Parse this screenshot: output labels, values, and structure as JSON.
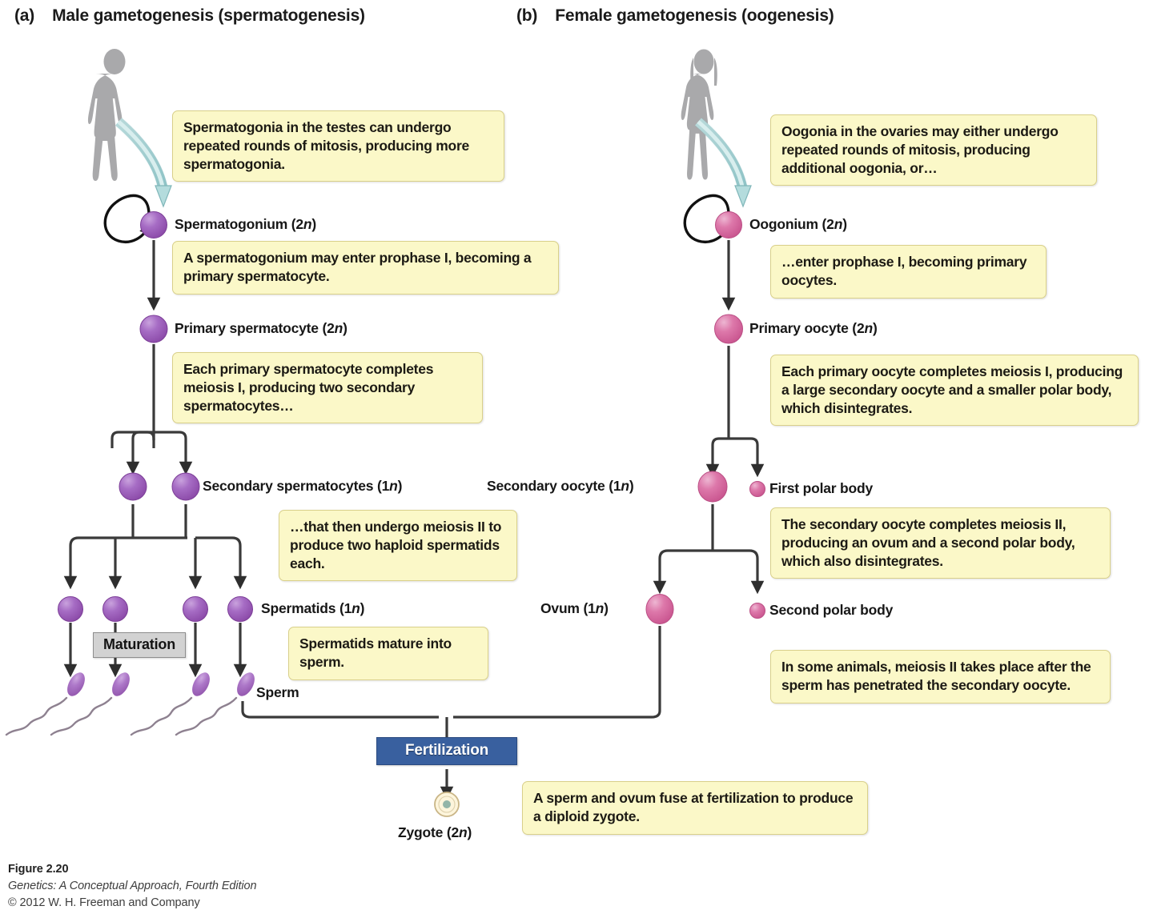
{
  "figure": {
    "number": "Figure 2.20",
    "source": "Genetics: A Conceptual Approach, Fourth Edition",
    "copyright": "© 2012 W. H. Freeman and Company"
  },
  "panels": {
    "male": {
      "tag": "(a)",
      "title": "Male gametogenesis (spermatogenesis)",
      "figure_icon": "male-silhouette-icon",
      "mitosis_loop_icon": "mitosis-loop-arrow-icon",
      "callouts": [
        "Spermatogonia in the testes can undergo repeated rounds of mitosis, producing more spermatogonia.",
        "A spermatogonium may enter prophase I, becoming a primary spermatocyte.",
        "Each primary spermatocyte completes meiosis I, producing two secondary spermatocytes…",
        "…that then undergo meiosis II to produce two haploid spermatids each.",
        "Spermatids mature into sperm."
      ],
      "labels": {
        "spermatogonium": "Spermatogonium (2n)",
        "primary_spermatocyte": "Primary spermatocyte (2n)",
        "secondary_spermatocytes": "Secondary spermatocytes (1n)",
        "spermatids": "Spermatids (1n)",
        "sperm": "Sperm"
      },
      "process_box": "Maturation",
      "cell_counts": {
        "spermatogonium": 1,
        "primary_spermatocyte": 1,
        "secondary_spermatocytes": 2,
        "spermatids": 4,
        "sperm": 4
      }
    },
    "female": {
      "tag": "(b)",
      "title": "Female gametogenesis (oogenesis)",
      "figure_icon": "female-silhouette-icon",
      "mitosis_loop_icon": "mitosis-loop-arrow-icon",
      "callouts": [
        "Oogonia in the ovaries may either undergo repeated rounds of mitosis, producing additional oogonia, or…",
        "…enter prophase I, becoming primary oocytes.",
        "Each primary oocyte completes meiosis I, producing a large secondary oocyte and a smaller polar body, which disintegrates.",
        "The secondary oocyte completes meiosis II, producing an ovum and a second polar body, which also disintegrates.",
        "In some animals, meiosis II takes place after the sperm has penetrated the secondary oocyte."
      ],
      "labels": {
        "oogonium": "Oogonium (2n)",
        "primary_oocyte": "Primary oocyte (2n)",
        "secondary_oocyte": "Secondary oocyte (1n)",
        "first_polar_body": "First polar body",
        "ovum": "Ovum (1n)",
        "second_polar_body": "Second polar body"
      },
      "cell_counts": {
        "oogonium": 1,
        "primary_oocyte": 1,
        "secondary_oocyte": 1,
        "first_polar_body": 1,
        "ovum": 1,
        "second_polar_body": 1
      }
    }
  },
  "fertilization": {
    "process_box": "Fertilization",
    "zygote_label": "Zygote (2n)",
    "callout": "A sperm and ovum fuse at fertilization to produce a diploid zygote."
  },
  "colors": {
    "male_cell": "#9b59b6",
    "female_cell": "#d9699f",
    "callout_fill": "#fbf8c8",
    "callout_border": "#d9d08a",
    "fertilization_box": "#39609f",
    "maturation_box": "#d2d2d2",
    "silhouette": "#a8a8aa",
    "mitosis_arrow": "#a8d7d9",
    "zygote_fill": "#fdf4d9",
    "zygote_border": "#cbb789",
    "zygote_nucleus": "#8fb3a6",
    "connector": "#3a3a3a"
  }
}
